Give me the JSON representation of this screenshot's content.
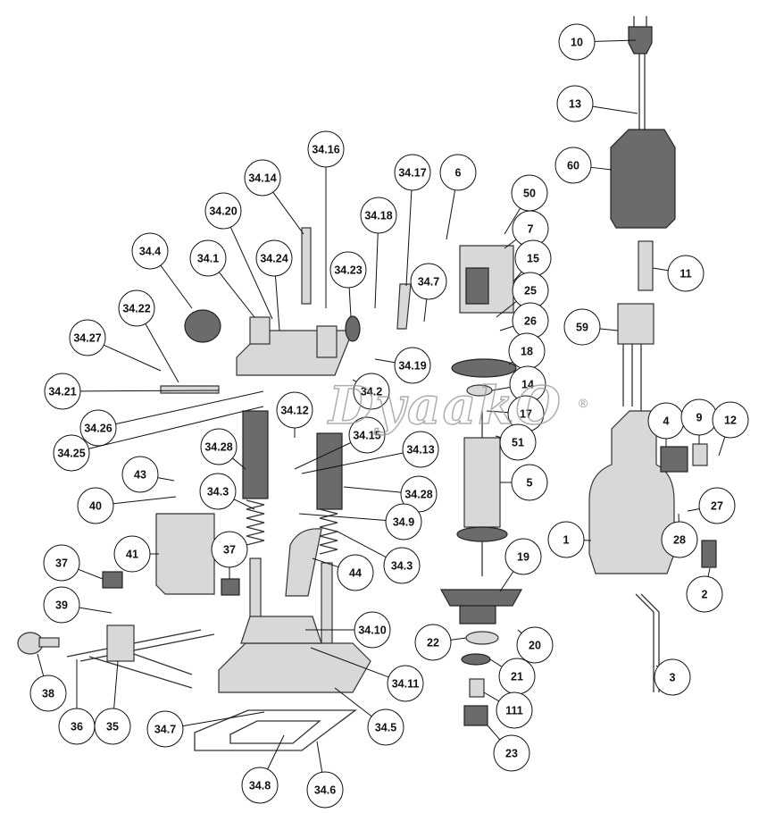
{
  "diagram": {
    "title": "Router exploded parts diagram",
    "watermark": {
      "text": "DyaakO",
      "mark": "®"
    },
    "callouts": [
      "10",
      "13",
      "60",
      "11",
      "59",
      "34.16",
      "34.14",
      "34.17",
      "6",
      "50",
      "34.20",
      "34.18",
      "7",
      "34.4",
      "34.1",
      "34.24",
      "15",
      "34.23",
      "34.7",
      "25",
      "34.22",
      "26",
      "34.27",
      "18",
      "34.19",
      "34.21",
      "14",
      "34.2",
      "17",
      "34.26",
      "34.12",
      "34.15",
      "51",
      "34.13",
      "34.28",
      "34.28",
      "4",
      "9",
      "12",
      "5",
      "34.25",
      "43",
      "34.3",
      "40",
      "27",
      "34.9",
      "1",
      "28",
      "41",
      "37",
      "37",
      "44",
      "34.3",
      "19",
      "2",
      "39",
      "34.10",
      "22",
      "20",
      "38",
      "34.11",
      "21",
      "3",
      "36",
      "35",
      "34.7",
      "34.5",
      "111",
      "23",
      "34.8",
      "34.6"
    ]
  }
}
